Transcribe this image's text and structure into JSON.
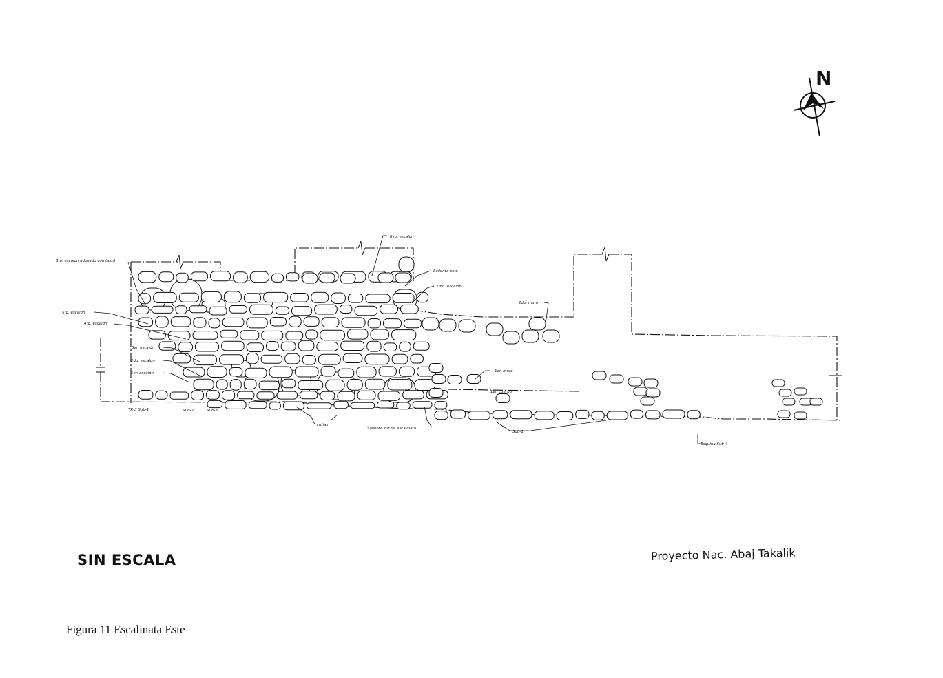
{
  "figure": {
    "caption": "Figura 11 Escalinata Este",
    "scale_note": "SIN ESCALA",
    "project": "Proyecto Nac. Abaj Takalik",
    "north_letter": "N"
  },
  "labels": {
    "step8": "8vo. escalón",
    "saliente_este": "Saliente este",
    "step7": "7mo. escalón",
    "step6": "6to. escalón adosado con talud",
    "step5": "5to. escalón",
    "step4": "4to. escalón",
    "step3": "3er. escalón",
    "step2": "2do. escalón",
    "step1": "1er. escalón",
    "muro2": "2do. muro",
    "muro1": "1er. muro",
    "cuerpo1": "1er. cuerpo",
    "tr3": "TR-3 Sub-1",
    "sub2": "Sub-2",
    "sub3": "Sub-3",
    "cunas": "cuñas",
    "saliente_sur": "Saliente sur de escalinata",
    "sub1": "Sub-1",
    "esquina": "Esquina Sub-4"
  },
  "colors": {
    "ink": "#111111",
    "paper": "#ffffff"
  },
  "icons": {
    "north_arrow": "north-arrow-icon"
  }
}
